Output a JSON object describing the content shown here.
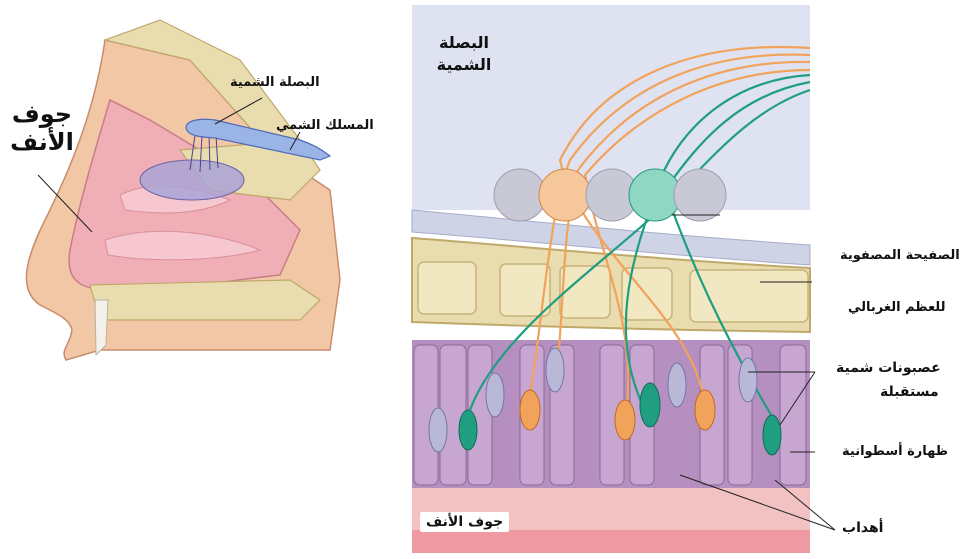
{
  "left_figure": {
    "nasal_cavity": "جوف الأنف",
    "olfactory_bulb": "البصلة الشمية",
    "olfactory_tract": "المسلك الشمي"
  },
  "right_figure": {
    "olfactory_bulb": "البصلة الشمية",
    "nasal_cavity": "جوف الأنف",
    "cribriform_plate_line1": "الصفيحة المصفوية",
    "cribriform_plate_line2": "للعظم الغربالي",
    "receptor_neurons_line1": "عصبونات شمية",
    "receptor_neurons_line2": "مستقبلة",
    "columnar_epithelium": "ظهارة أسطوانية",
    "cilia": "أهداب"
  },
  "colors": {
    "bone": "#e9dcae",
    "nasal_tissue": "#f0aeb6",
    "epithelium": "#b48fbf",
    "receptor_orange": "#f2a35b",
    "receptor_green": "#1f9e82",
    "glomerulus": "#c9c9d6",
    "background_panel": "#dfe2f0"
  }
}
